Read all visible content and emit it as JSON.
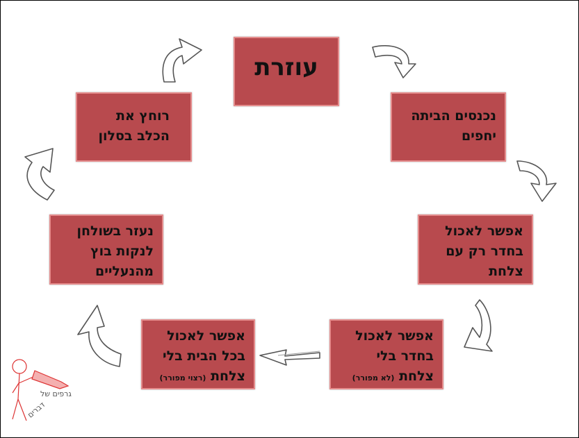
{
  "diagram": {
    "center": {
      "title": "עוזרת"
    },
    "steps": [
      {
        "lines": [
          "נכנסים הביתה",
          "יחפים"
        ]
      },
      {
        "lines": [
          "אפשר לאכול",
          "בחדר רק עם",
          "צלחת"
        ]
      },
      {
        "lines": [
          "אפשר לאכול",
          "בחדר בלי",
          "צלחת"
        ],
        "note": "(לא מפורר)"
      },
      {
        "lines": [
          "אפשר לאכול",
          "בכל הבית בלי",
          "צלחת"
        ],
        "note": "(רצוי מפורר)"
      },
      {
        "lines": [
          "נעזר בשולחן",
          "לנקות בוץ",
          "מהנעליים"
        ]
      },
      {
        "lines": [
          "רוחץ את",
          "הכלב בסלון"
        ]
      }
    ],
    "logo": {
      "line1": "גרפים של",
      "line2": "דברים"
    },
    "colors": {
      "box": "#b84a4e",
      "box_border": "#e58c8c"
    }
  }
}
